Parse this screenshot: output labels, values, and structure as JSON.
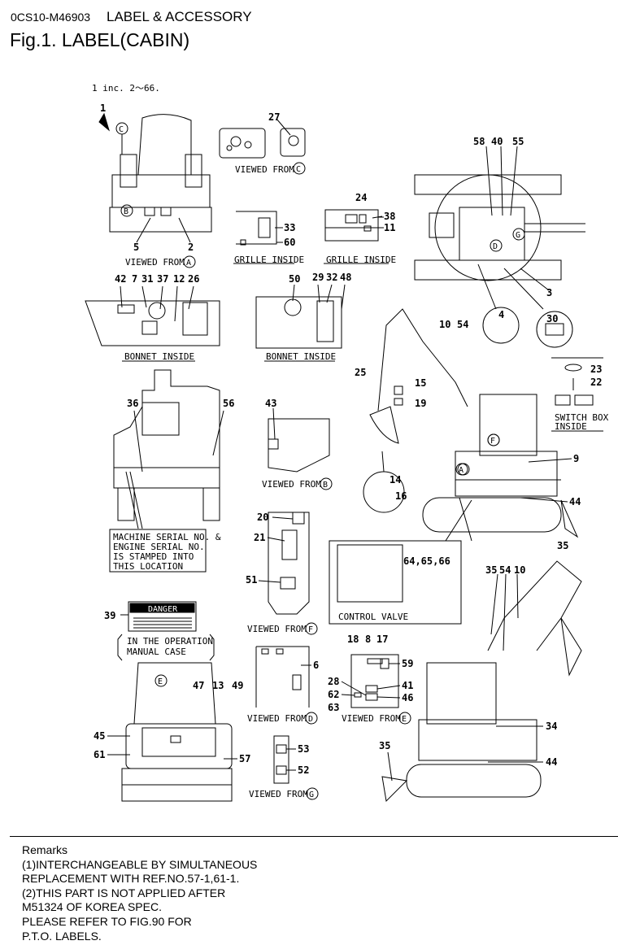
{
  "header": {
    "code": "0CS10-M46903",
    "title": "LABEL & ACCESSORY",
    "figure": "Fig.1.  LABEL(CABIN)"
  },
  "diagram": {
    "note_inc": "1 inc. 2～66.",
    "views": {
      "viewed_from_c": "VIEWED FROM",
      "viewed_from_a": "VIEWED FROM",
      "viewed_from_b": "VIEWED FROM",
      "viewed_from_f": "VIEWED FROM",
      "viewed_from_d": "VIEWED FROM",
      "viewed_from_e": "VIEWED FROM",
      "viewed_from_g": "VIEWED FROM",
      "grille_inside_1": "GRILLE INSIDE",
      "grille_inside_2": "GRILLE INSIDE",
      "bonnet_inside_1": "BONNET INSIDE",
      "bonnet_inside_2": "BONNET INSIDE",
      "switch_box": "SWITCH BOX",
      "switch_box_2": "INSIDE",
      "control_valve": "CONTROL VALVE",
      "valve_nums": "64,65,66",
      "serial_1": "MACHINE SERIAL NO. &",
      "serial_2": "ENGINE SERIAL NO.",
      "serial_3": "IS STAMPED INTO",
      "serial_4": "THIS LOCATION",
      "manual_1": "IN THE OPERATION",
      "manual_2": "MANUAL CASE",
      "danger": "DANGER"
    },
    "circle_letters": [
      "A",
      "B",
      "C",
      "D",
      "E",
      "F",
      "G"
    ],
    "callouts": [
      "1",
      "2",
      "3",
      "4",
      "5",
      "6",
      "7",
      "8",
      "9",
      "10",
      "11",
      "12",
      "13",
      "14",
      "15",
      "16",
      "17",
      "18",
      "19",
      "20",
      "21",
      "22",
      "23",
      "24",
      "25",
      "26",
      "27",
      "28",
      "29",
      "30",
      "31",
      "32",
      "33",
      "34",
      "35",
      "36",
      "37",
      "38",
      "39",
      "40",
      "41",
      "42",
      "43",
      "44",
      "45",
      "46",
      "47",
      "48",
      "49",
      "50",
      "51",
      "52",
      "53",
      "54",
      "55",
      "56",
      "57",
      "58",
      "59",
      "60",
      "61",
      "62",
      "63"
    ]
  },
  "remarks": [
    "Remarks",
    "(1)INTERCHANGEABLE BY SIMULTANEOUS",
    "REPLACEMENT WITH REF.NO.57-1,61-1.",
    "(2)THIS PART IS NOT APPLIED AFTER",
    "M51324 OF KOREA SPEC.",
    "PLEASE REFER TO FIG.90 FOR",
    "P.T.O. LABELS."
  ]
}
